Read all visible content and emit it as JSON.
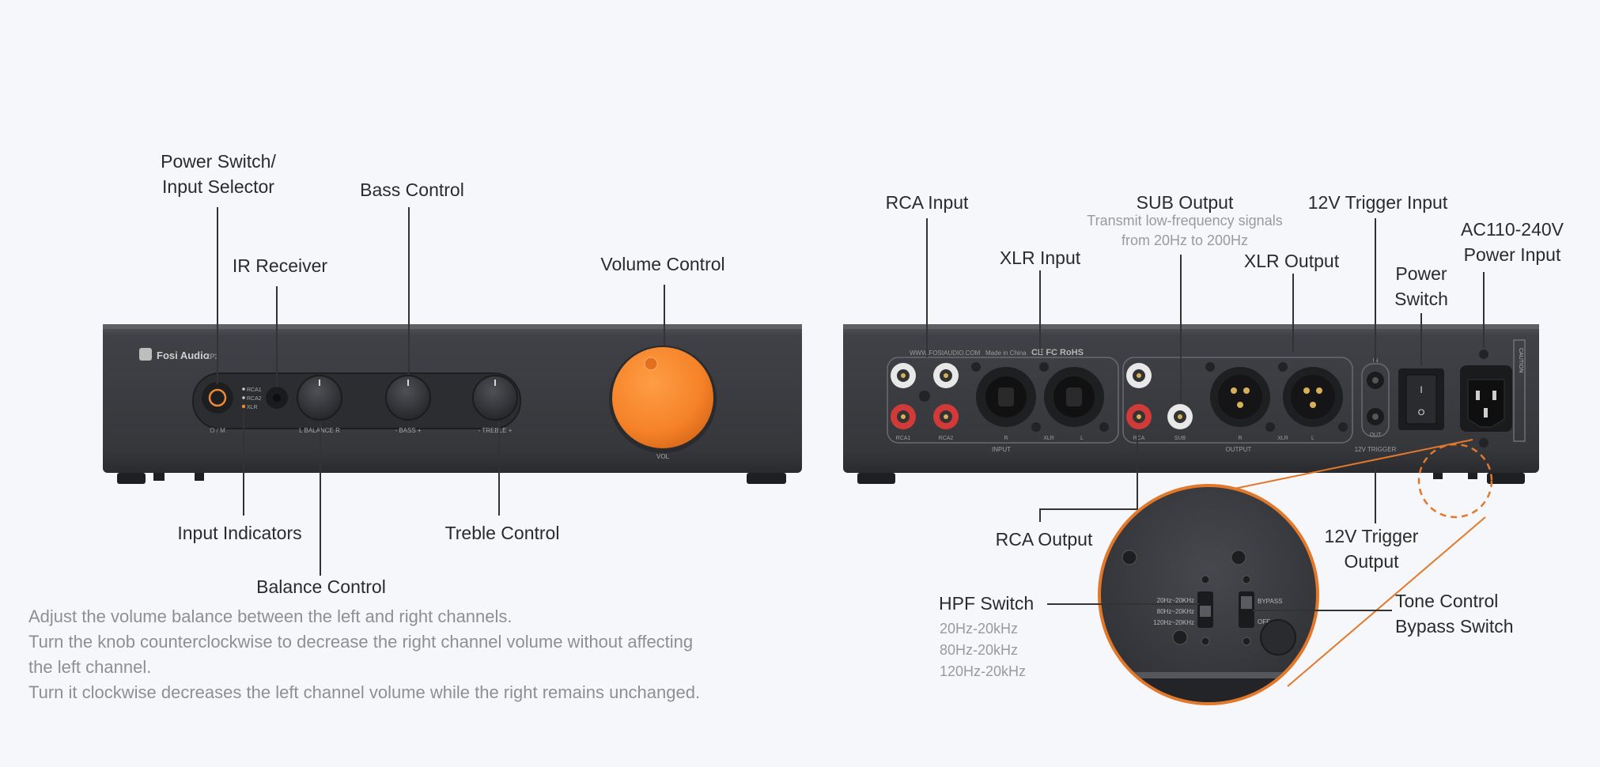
{
  "front_panel": {
    "brand": "Fosi Audio",
    "model": "ZP3",
    "power_mark": "O / M",
    "input_marks": [
      "RCA1",
      "RCA2",
      "XLR"
    ],
    "knob_marks": [
      "L BALANCE R",
      "- BASS +",
      "- TREBLE +"
    ],
    "volume_mark": "VOL"
  },
  "front_labels": {
    "power_switch": [
      "Power Switch/",
      "Input Selector"
    ],
    "ir_receiver": "IR Receiver",
    "bass_control": "Bass Control",
    "volume_control": "Volume Control",
    "input_indicators": "Input Indicators",
    "treble_control": "Treble Control",
    "balance_control": "Balance Control"
  },
  "balance_description": [
    "Adjust the volume balance between the left and right channels.",
    "Turn the knob counterclockwise to decrease the right channel volume without affecting",
    "the left channel.",
    "Turn it clockwise decreases the left channel volume while the right remains unchanged."
  ],
  "rear_panel": {
    "website": "WWW.FOSIAUDIO.COM",
    "made_in": "Made in China",
    "cert": "CE FC RoHS",
    "rca_in_marks": [
      "RCA1",
      "RCA2"
    ],
    "xlr_in_marks": [
      "R",
      "XLR",
      "L"
    ],
    "input_group": "INPUT",
    "rca_out_marks": [
      "RCA",
      "SUB"
    ],
    "xlr_out_marks": [
      "R",
      "XLR",
      "L"
    ],
    "output_group": "OUTPUT",
    "trigger_marks": [
      "IN",
      "OUT"
    ],
    "trigger_group": "12V TRIGGER",
    "switch_marks": [
      "I",
      "O"
    ],
    "caution": "CAUTION"
  },
  "rear_labels": {
    "rca_input": "RCA Input",
    "xlr_input": "XLR Input",
    "sub_output": "SUB Output",
    "sub_note": [
      "Transmit low-frequency signals",
      "from 20Hz to 200Hz"
    ],
    "xlr_output": "XLR Output",
    "trigger_input": "12V Trigger Input",
    "power_switch": [
      "Power",
      "Switch"
    ],
    "power_input": [
      "AC110-240V",
      "Power Input"
    ],
    "rca_output": "RCA Output",
    "trigger_output": [
      "12V Trigger",
      "Output"
    ]
  },
  "zoom": {
    "hpf_marks": [
      "20Hz~20KHz",
      "80Hz~20KHz",
      "120Hz~20KHz"
    ],
    "bypass_marks": [
      "BYPASS",
      "OFF"
    ]
  },
  "zoom_labels": {
    "hpf_switch": "HPF Switch",
    "hpf_options": [
      "20Hz-20kHz",
      "80Hz-20kHz",
      "120Hz-20kHz"
    ],
    "tone_bypass": [
      "Tone Control",
      "Bypass Switch"
    ]
  },
  "colors": {
    "chassis": "#3b3c40",
    "accent_orange": "#f08a32",
    "callout_line": "#333333",
    "zoom_ring": "#e2782a"
  }
}
